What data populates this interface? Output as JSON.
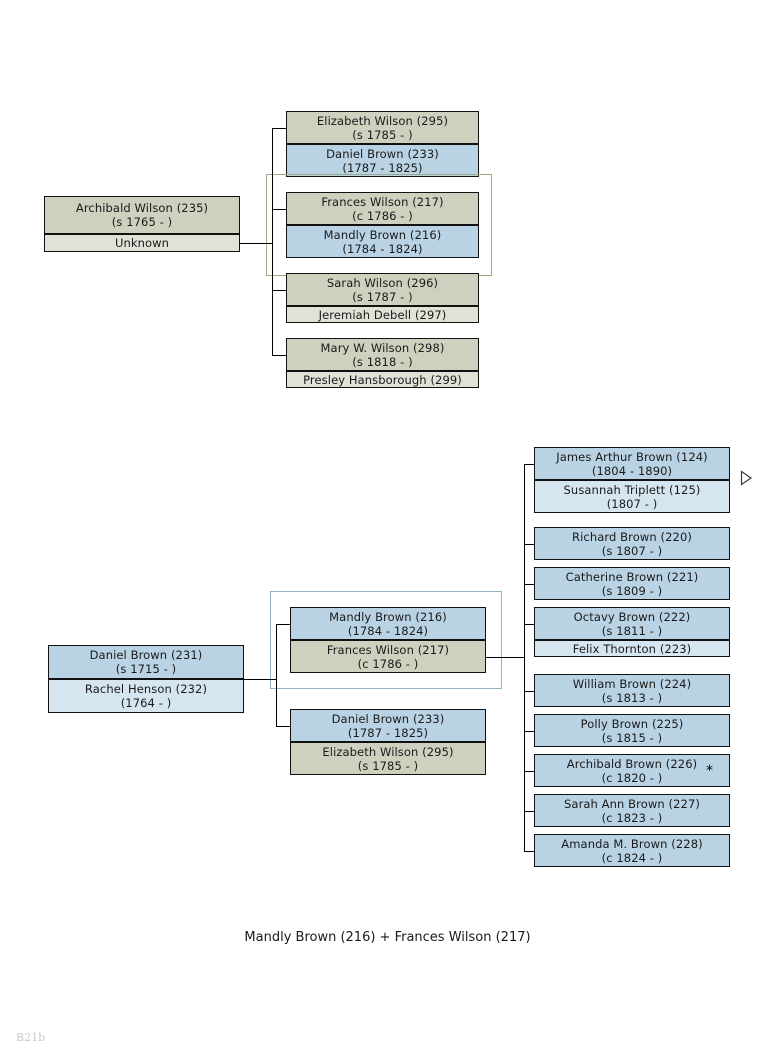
{
  "caption": "Mandly Brown (216) + Frances Wilson (217)",
  "footer_code": "B21b",
  "colors": {
    "olive": "#cdd1bd",
    "olive_pale": "#dee2d7",
    "blue": "#b9d3e4",
    "blue_pale": "#d6e6f1",
    "border": "#111111",
    "focus_olive": "#a2a886",
    "focus_blue": "#8fb6ce",
    "footer_text": "#c9c9c9",
    "background": "#ffffff"
  },
  "markers": {
    "expand_triangle": "triangle-right-icon",
    "asterisk": "*"
  },
  "top_tree": {
    "parents": [
      {
        "name": "Archibald Wilson (235)",
        "dates": "(s 1765 - )",
        "fill": "olive"
      },
      {
        "name": "Unknown",
        "dates": "",
        "fill": "olive-pale"
      }
    ],
    "children": [
      {
        "focus": false,
        "people": [
          {
            "name": "Elizabeth Wilson (295)",
            "dates": "(s 1785 - )",
            "fill": "olive"
          },
          {
            "name": "Daniel Brown (233)",
            "dates": "(1787 - 1825)",
            "fill": "blue"
          }
        ]
      },
      {
        "focus": true,
        "people": [
          {
            "name": "Frances Wilson (217)",
            "dates": "(c 1786 - )",
            "fill": "olive"
          },
          {
            "name": "Mandly Brown (216)",
            "dates": "(1784 - 1824)",
            "fill": "blue"
          }
        ]
      },
      {
        "focus": false,
        "people": [
          {
            "name": "Sarah Wilson (296)",
            "dates": "(s 1787 - )",
            "fill": "olive"
          },
          {
            "name": "Jeremiah Debell (297)",
            "dates": "",
            "fill": "olive-pale"
          }
        ]
      },
      {
        "focus": false,
        "people": [
          {
            "name": "Mary W. Wilson (298)",
            "dates": "(s 1818 - )",
            "fill": "olive"
          },
          {
            "name": "Presley Hansborough (299)",
            "dates": "",
            "fill": "olive-pale"
          }
        ]
      }
    ]
  },
  "bottom_tree": {
    "parents": [
      {
        "name": "Daniel Brown (231)",
        "dates": "(s 1715 - )",
        "fill": "blue"
      },
      {
        "name": "Rachel Henson (232)",
        "dates": "(1764 - )",
        "fill": "blue-pale"
      }
    ],
    "middle": [
      {
        "focus": true,
        "people": [
          {
            "name": "Mandly Brown (216)",
            "dates": "(1784 - 1824)",
            "fill": "blue"
          },
          {
            "name": "Frances Wilson (217)",
            "dates": "(c 1786 - )",
            "fill": "olive"
          }
        ]
      },
      {
        "focus": false,
        "people": [
          {
            "name": "Daniel Brown (233)",
            "dates": "(1787 - 1825)",
            "fill": "blue"
          },
          {
            "name": "Elizabeth Wilson (295)",
            "dates": "(s 1785 - )",
            "fill": "olive"
          }
        ]
      }
    ],
    "children": [
      {
        "marker": "triangle",
        "people": [
          {
            "name": "James Arthur Brown (124)",
            "dates": "(1804 - 1890)",
            "fill": "blue"
          },
          {
            "name": "Susannah Triplett (125)",
            "dates": "(1807 - )",
            "fill": "blue-pale"
          }
        ]
      },
      {
        "marker": "",
        "people": [
          {
            "name": "Richard Brown (220)",
            "dates": "(s 1807 - )",
            "fill": "blue"
          }
        ]
      },
      {
        "marker": "",
        "people": [
          {
            "name": "Catherine Brown (221)",
            "dates": "(s 1809 - )",
            "fill": "blue"
          }
        ]
      },
      {
        "marker": "",
        "people": [
          {
            "name": "Octavy Brown (222)",
            "dates": "(s 1811 - )",
            "fill": "blue"
          },
          {
            "name": "Felix Thornton (223)",
            "dates": "",
            "fill": "blue-pale"
          }
        ]
      },
      {
        "marker": "",
        "people": [
          {
            "name": "William Brown (224)",
            "dates": "(s 1813 - )",
            "fill": "blue"
          }
        ]
      },
      {
        "marker": "",
        "people": [
          {
            "name": "Polly Brown (225)",
            "dates": "(s 1815 - )",
            "fill": "blue"
          }
        ]
      },
      {
        "marker": "asterisk",
        "people": [
          {
            "name": "Archibald Brown (226)",
            "dates": "(c 1820 - )",
            "fill": "blue"
          }
        ]
      },
      {
        "marker": "",
        "people": [
          {
            "name": "Sarah Ann Brown (227)",
            "dates": "(c 1823 - )",
            "fill": "blue"
          }
        ]
      },
      {
        "marker": "",
        "people": [
          {
            "name": "Amanda M. Brown (228)",
            "dates": "(c 1824 - )",
            "fill": "blue"
          }
        ]
      }
    ]
  }
}
